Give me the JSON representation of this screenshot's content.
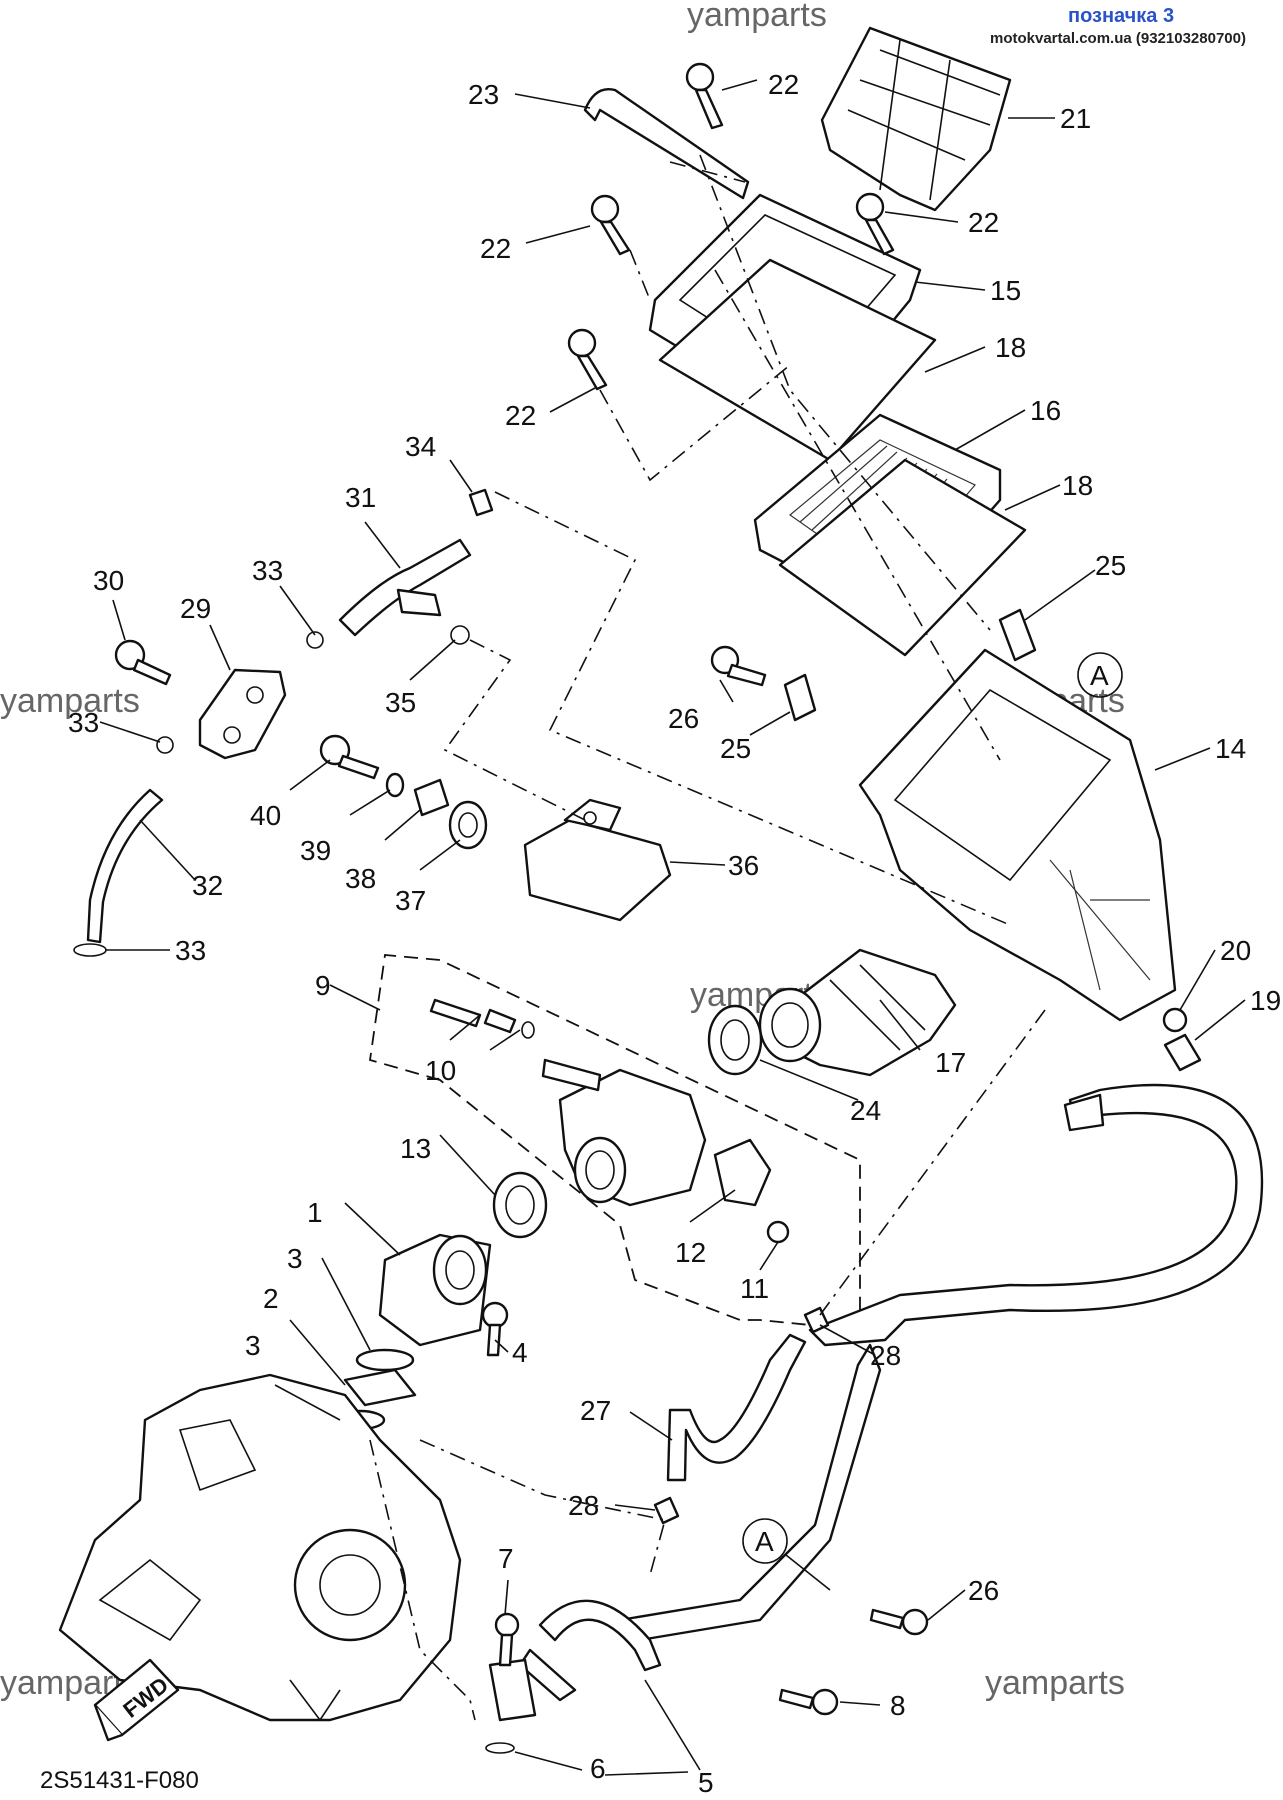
{
  "header": {
    "badge": "позначка 3",
    "site": "motokvartal.com.ua (932103280700)"
  },
  "watermarks": [
    "yamparts",
    "yamparts",
    "yamparts",
    "yamparts",
    "yamparts",
    "yamparts"
  ],
  "diagram_code": "2S51431-F080",
  "fwd_label": "FWD",
  "ref_marker": "A",
  "callouts": [
    "23",
    "22",
    "21",
    "22",
    "22",
    "15",
    "18",
    "22",
    "16",
    "34",
    "18",
    "31",
    "25",
    "30",
    "33",
    "29",
    "26",
    "25",
    "33",
    "35",
    "14",
    "40",
    "39",
    "38",
    "37",
    "36",
    "32",
    "33",
    "20",
    "9",
    "19",
    "10",
    "17",
    "24",
    "13",
    "1",
    "12",
    "3",
    "11",
    "2",
    "4",
    "3",
    "28",
    "27",
    "28",
    "7",
    "26",
    "8",
    "6",
    "5"
  ],
  "colors": {
    "badge": "#2a52c9",
    "watermark": "#666666",
    "ink": "#111111"
  }
}
